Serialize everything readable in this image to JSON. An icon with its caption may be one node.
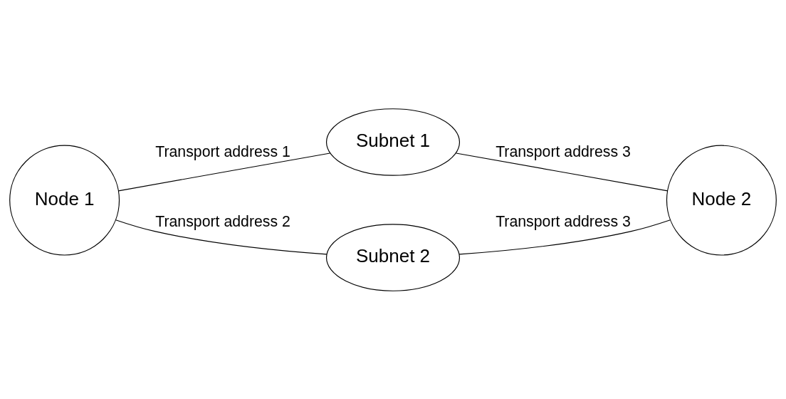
{
  "diagram": {
    "nodes": [
      {
        "text": [
          "Node 1"
        ]
      },
      {
        "text": [
          "Subnet 1"
        ]
      },
      {
        "text": [
          "Subnet 2"
        ]
      },
      {
        "text": [
          "Node 2"
        ]
      }
    ],
    "edges": [
      {
        "from": 0,
        "to": 1,
        "arrow": "none",
        "label": "Transport address 1"
      },
      {
        "from": 0,
        "to": 2,
        "arrow": "none",
        "label": "Transport address 2"
      },
      {
        "from": 1,
        "to": 3,
        "arrow": "none",
        "label": "Transport address 3"
      },
      {
        "from": 2,
        "to": 3,
        "arrow": "none",
        "label": "Transport address 3"
      }
    ]
  }
}
